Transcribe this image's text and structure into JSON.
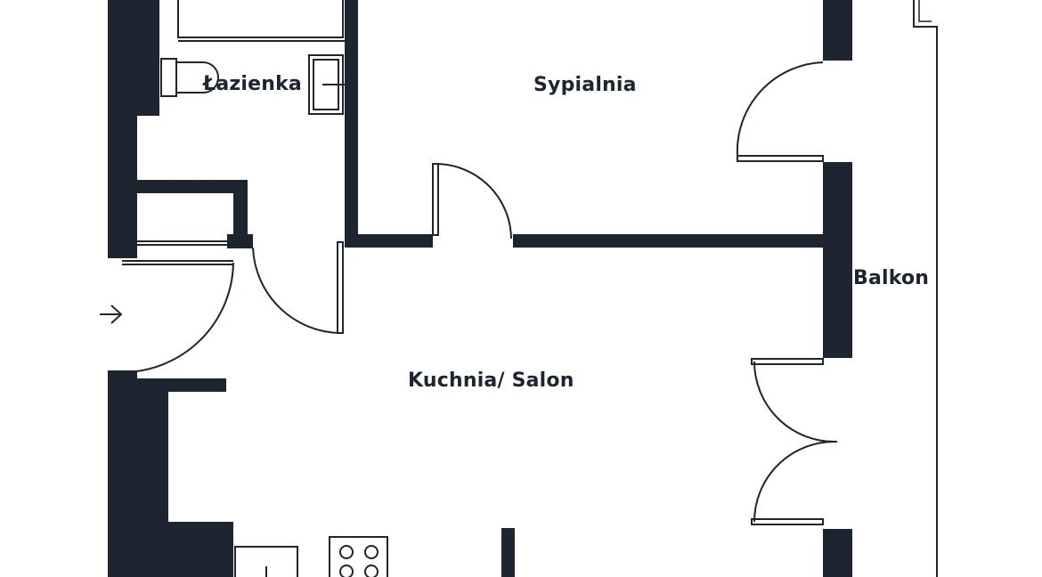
{
  "colors": {
    "wall": "#1c2530",
    "line": "#1c2530",
    "background": "#ffffff"
  },
  "rooms": {
    "bathroom": "Łazienka",
    "bedroom": "Sypialnia",
    "balcony": "Balkon",
    "living": "Kuchnia/ Salon"
  },
  "icons": {
    "entrance": "arrow-right-icon",
    "stove": "stove-icon",
    "toilet": "toilet-icon",
    "sink": "sink-icon"
  }
}
